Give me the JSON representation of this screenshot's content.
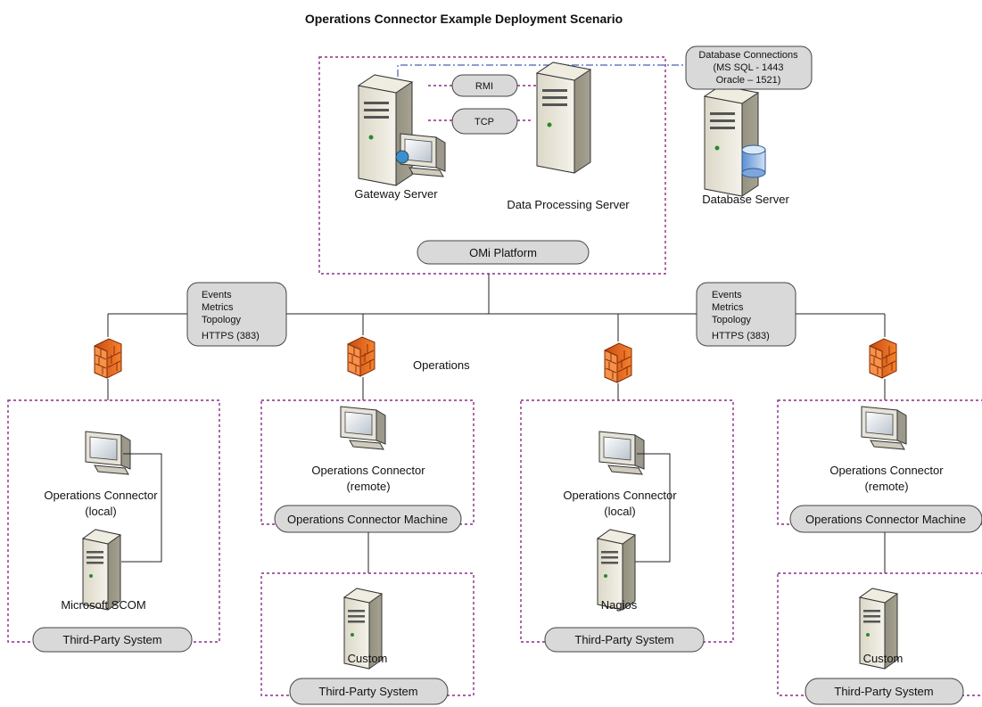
{
  "title": "Operations Connector Example Deployment Scenario",
  "platform": {
    "label": "OMi Platform",
    "gateway": "Gateway Server",
    "data_processing": "Data Processing Server",
    "rmi": "RMI",
    "tcp": "TCP"
  },
  "database": {
    "label": "Database Server",
    "conn_line1": "Database Connections",
    "conn_line2": "(MS SQL - 1443",
    "conn_line3": "Oracle – 1521)"
  },
  "callout_left": {
    "line1": "Events",
    "line2": "Metrics",
    "line3": "Topology",
    "line4": "HTTPS  (383)"
  },
  "callout_right": {
    "line1": "Events",
    "line2": "Metrics",
    "line3": "Topology",
    "line4": "HTTPS  (383)"
  },
  "operations_label": "Operations",
  "branch1": {
    "connector_line1": "Operations Connector",
    "connector_line2": "(local)",
    "system_name": "Microsoft SCOM",
    "box_label": "Third-Party System"
  },
  "branch2": {
    "connector_line1": "Operations Connector",
    "connector_line2": "(remote)",
    "machine_label": "Operations Connector Machine",
    "system_name": "Custom",
    "box_label": "Third-Party System"
  },
  "branch3": {
    "connector_line1": "Operations Connector",
    "connector_line2": "(local)",
    "system_name": "Nagios",
    "box_label": "Third-Party System"
  },
  "branch4": {
    "connector_line1": "Operations Connector",
    "connector_line2": "(remote)",
    "machine_label": "Operations Connector Machine",
    "system_name": "Custom",
    "box_label": "Third-Party System"
  },
  "icons": [
    "server-icon",
    "monitor-icon",
    "firewall-icon",
    "database-icon"
  ],
  "colors": {
    "boundary": "#8c2a8c",
    "firewall": "#e8641c",
    "db_link": "#4a5fb0"
  }
}
